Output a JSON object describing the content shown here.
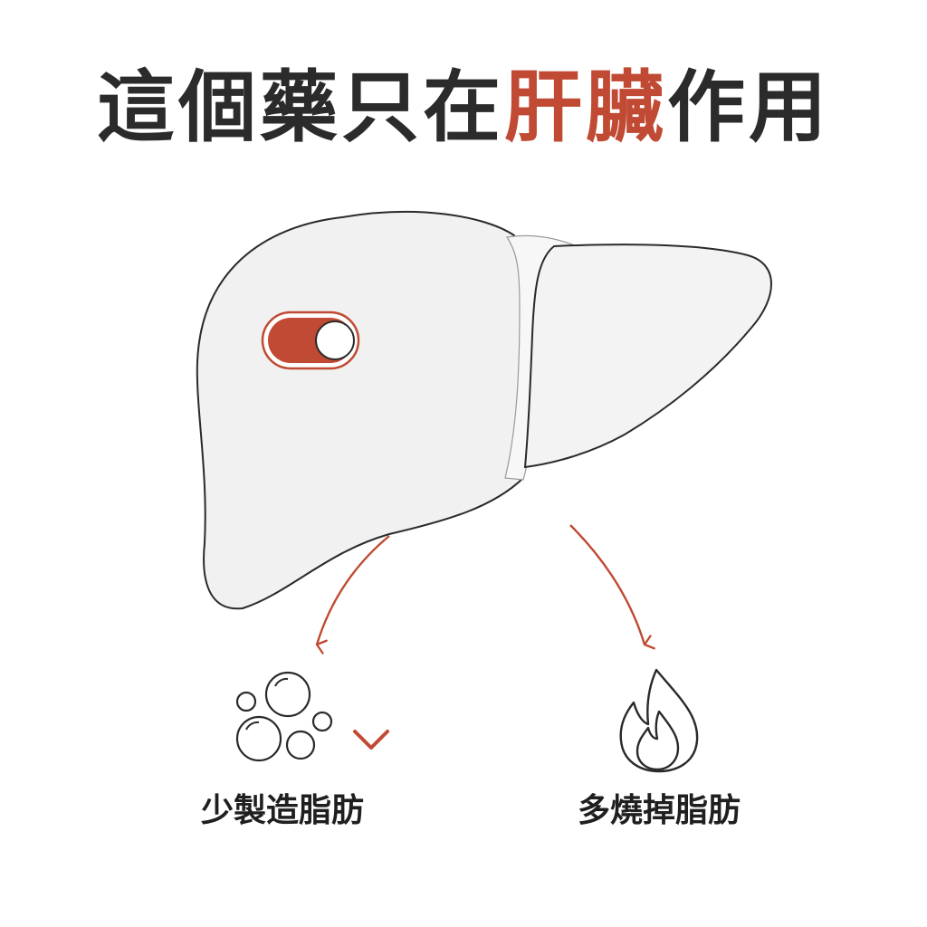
{
  "title": {
    "prefix": "這個藥只在",
    "highlight": "肝臟",
    "suffix": "作用"
  },
  "outcomes": {
    "left": {
      "label": "少製造脂肪",
      "icon": "fat-droplets-icon",
      "indicator_icon": "chevron-down-icon"
    },
    "right": {
      "label": "多燒掉脂肪",
      "icon": "flame-icon"
    }
  },
  "toggle": {
    "state": "on",
    "icon": "toggle-switch-icon"
  },
  "colors": {
    "accent": "#c04a33",
    "text": "#2b2b2b",
    "liver_fill": "#f1f1f1",
    "outline": "#2a2a2a"
  }
}
